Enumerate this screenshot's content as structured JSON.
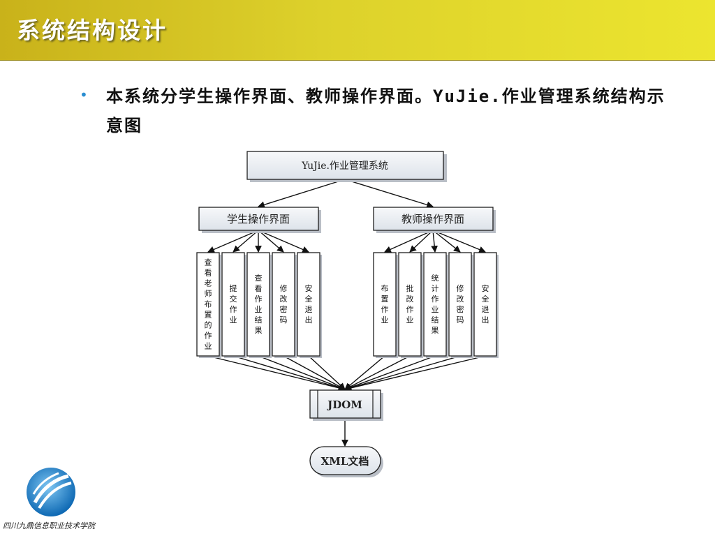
{
  "slide": {
    "title": "系统结构设计",
    "bullet_text": "本系统分学生操作界面、教师操作界面。YuJie.作业管理系统结构示意图",
    "logo_caption": "四川九鼎信息职业技术学院"
  },
  "diagram": {
    "root": "YuJie.作业管理系统",
    "student": {
      "label": "学生操作界面",
      "items": [
        "查看老师布置的作业",
        "提交作业",
        "查看作业结果",
        "修改密码",
        "安全退出"
      ]
    },
    "teacher": {
      "label": "教师操作界面",
      "items": [
        "布置作业",
        "批改作业",
        "统计作业结果",
        "修改密码",
        "安全退出"
      ]
    },
    "jdom": "JDOM",
    "xml": "XML文档"
  },
  "colors": {
    "title_gradient_start": "#c9b21a",
    "title_gradient_end": "#ece52f",
    "bullet": "#2b8ed1"
  }
}
